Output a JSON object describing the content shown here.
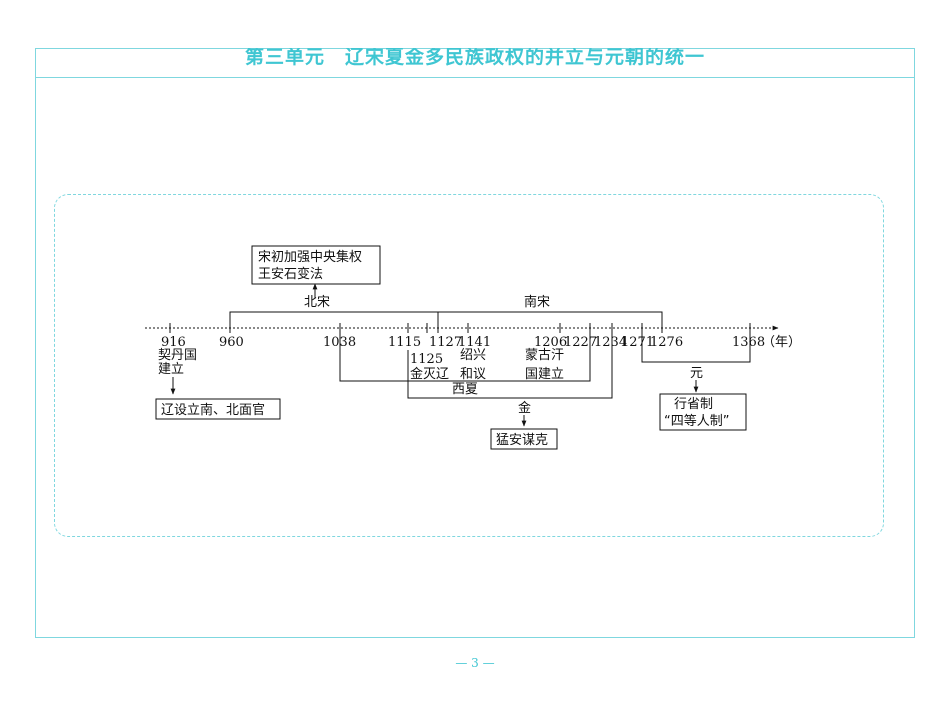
{
  "header": {
    "unit_title": "第三单元　辽宋夏金多民族政权的并立与元朝的统一"
  },
  "timeline": {
    "years": {
      "y916": "916",
      "y960": "960",
      "y1038": "1038",
      "y1115": "1115",
      "y1125": "1125",
      "y1127": "1127",
      "y1141": "1141",
      "y1206": "1206",
      "y1227": "1227",
      "y1234": "1234",
      "y1271": "1271",
      "y1276": "1276",
      "y1368": "1368"
    },
    "axis_unit": "（年）",
    "periods": {
      "north_song": "北宋",
      "south_song": "南宋",
      "western_xia": "西夏",
      "jin": "金",
      "yuan": "元"
    },
    "events": {
      "khitan_line1": "契丹国",
      "khitan_line2": "建立",
      "jin_destroys_liao_line1": "金灭辽",
      "shaoxing_line1": "绍兴",
      "shaoxing_line2": "和议",
      "mongol_line1": "蒙古汗",
      "mongol_line2": "国建立"
    },
    "boxes": {
      "song_line1": "宋初加强中央集权",
      "song_line2": "王安石变法",
      "liao": "辽设立南、北面官",
      "jin": "猛安谋克",
      "yuan_line1": "行省制",
      "yuan_line2": "“四等人制”"
    }
  },
  "footer": {
    "page_number": "— 3 —"
  }
}
